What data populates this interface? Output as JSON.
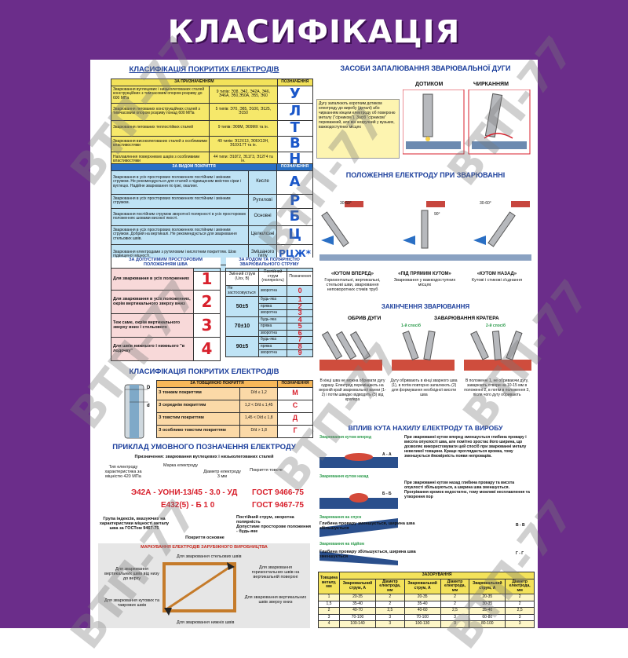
{
  "title": "КЛАСИФІКАЦІЯ ЕЛЕКТРОДІВ",
  "coverage": {
    "heading": "КЛАСИФІКАЦІЯ ПОКРИТИХ ЕЛЕКТРОДІВ",
    "purpose_header": "ЗА ПРИЗНАЧЕННЯМ",
    "designation_header": "ПОЗНАЧЕННЯ",
    "purpose_rows": [
      {
        "text": "Зварювання вуглецевих і низьколегованих сталей конструкційних з тимчасовим опором розриву до 600 МПа",
        "types": "9 типів: Э38, Э42, Э42А, Э46, Э46А, Э50,Э50А, Э55, Э60",
        "letter": "У"
      },
      {
        "text": "Зварювання легованих конструкційних сталей з тимчасовим опором розриву понад 600 МПа",
        "types": "5 типів: Э70, Э85, Э100, Э125, Э150",
        "letter": "Л"
      },
      {
        "text": "Зварювання легованих теплостійких сталей",
        "types": "9 типів: Э09М, Э09МХ та ін.",
        "letter": "Т"
      },
      {
        "text": "Зварювання високолегованих сталей з особливими властивостями",
        "types": "49 типів: Э12Х13, Э06Х13Н, Э10Х17Т та ін.",
        "letter": "В"
      },
      {
        "text": "Наплавлення поверхневих шарів з особливими властивостями",
        "types": "44 типи: Э10Г2, Э11Г3, Э12Г4 та ін.",
        "letter": "Н"
      }
    ],
    "coating_header": "ЗА ВИДОМ ПОКРИТТЯ",
    "coating_rows": [
      {
        "text": "Зварювання в усіх просторових положеннях постійним і змінним струмом. Не рекомендується для сталей з підвищеним вмістом сірки і вуглецю. Надійне зварювання по іржі, окалині.",
        "kind": "Кисле",
        "letter": "А"
      },
      {
        "text": "Зварювання в усіх просторових положеннях постійним і змінним струмом.",
        "kind": "Рутилові",
        "letter": "Р"
      },
      {
        "text": "Зварювання постійним струмом зворотної полярності в усіх просторових положеннях шовами високої якості.",
        "kind": "Основні",
        "letter": "Б"
      },
      {
        "text": "Зварювання в усіх просторових положеннях постійним і змінним струмом. Добрий на вертикалі. Не рекомендується для зварювання стельових швів.",
        "kind": "Целюлозні",
        "letter": "Ц"
      },
      {
        "text": "Зварювання електродами з рутиловим і кислотним покриттям. Шов підвищеної міцності.",
        "kind": "Змішаного типу",
        "letter": "РЦЖ*"
      }
    ],
    "footnote": "* За вмістом порошку",
    "position_header": "ЗА ДОПУСТИМИМ ПРОСТОРОВИМ ПОЛОЖЕННЯМ ШВА",
    "position_rows": [
      {
        "text": "Для зварювання в усіх положеннях",
        "digit": "1"
      },
      {
        "text": "Для зварювання в усіх положеннях, окрім вертикального зверху вниз",
        "digit": "2"
      },
      {
        "text": "Теж саме, окрім вертикального зверху вниз і стельового",
        "digit": "3"
      },
      {
        "text": "Для швів нижнього і нижнього \"в лодочку\"",
        "digit": "4"
      }
    ],
    "current_header": "ЗА РОДОМ ТА ПОЛЯРНІСТЮ ЗВАРЮВАЛЬНОГО СТРУМУ",
    "current_cols": [
      "Змінний струм (Uxx, В)",
      "Постійний струм (полярність)",
      "Позначення"
    ],
    "current_rows": [
      {
        "ac": "Не застосовується",
        "dc": "зворотна",
        "code": "0"
      },
      {
        "ac": "50±5",
        "dc": "будь-яка",
        "code": "1"
      },
      {
        "ac": "",
        "dc": "пряма",
        "code": "2"
      },
      {
        "ac": "",
        "dc": "зворотна",
        "code": "3"
      },
      {
        "ac": "70±10",
        "dc": "будь-яка",
        "code": "4"
      },
      {
        "ac": "",
        "dc": "пряма",
        "code": "5"
      },
      {
        "ac": "",
        "dc": "зворотна",
        "code": "6"
      },
      {
        "ac": "90±5",
        "dc": "будь-яка",
        "code": "7"
      },
      {
        "ac": "",
        "dc": "пряма",
        "code": "8"
      },
      {
        "ac": "",
        "dc": "зворотна",
        "code": "9"
      }
    ]
  },
  "thickness": {
    "heading": "КЛАСИФІКАЦІЯ ПОКРИТИХ ЕЛЕКТРОДІВ",
    "header": "ЗА ТОВЩИНОЮ ПОКРИТТЯ",
    "designation_header": "ПОЗНАЧЕННЯ",
    "rows": [
      {
        "text": "З тонким покриттям",
        "ratio": "D/d ≤ 1,2",
        "letter": "М"
      },
      {
        "text": "З середнім покриттям",
        "ratio": "1,2 < D/d ≤ 1,45",
        "letter": "С"
      },
      {
        "text": "З товстим покриттям",
        "ratio": "1,45 < D/d ≤ 1,8",
        "letter": "Д"
      },
      {
        "text": "З особливо товстим покриттям",
        "ratio": "D/d > 1,8",
        "letter": "Г"
      }
    ]
  },
  "example": {
    "heading": "ПРИКЛАД УМОВНОГО ПОЗНАЧЕННЯ ЕЛЕКТРОДУ",
    "purpose_line": "Призначення: зварювання вуглецевих і низьколегованих сталей",
    "labels_top": [
      "Тип електроду характеристика за міцністю 420 МПа",
      "Марка електроду",
      "Діаметр електроду 3 мм",
      "Покриття товсте"
    ],
    "code_line_1": "Э42А - УОНИ-13/45 - 3.0 - УД",
    "gost_1": "ГОСТ 9466-75",
    "code_line_2": "Е432(5) - Б 1 0",
    "gost_2": "ГОСТ 9467-75",
    "labels_bottom": [
      "Група індексів, вказуючих на характеристики міцності металу шва за ГОСТом 9467-75",
      "Постійний струм, зворотна полярність",
      "Допустиме просторове положення - будь-яке",
      "Покриття основне"
    ]
  },
  "method": {
    "heading": "МАРКУВАННЯ ЕЛЕКТРОДІВ ЗАРУБІЖНОГО ВИРОБНИЦТВА",
    "labels": [
      "Для зварювання стельових швів",
      "Для зварювання вертикальних швів від низу до верху",
      "Для зварювання горизонтальних швів на вертикальній поверхні",
      "Для зварювання вертикальних швів зверху вниз",
      "Для зварювання кутових та таврових швів",
      "Для зварювання нижніх швів"
    ]
  },
  "ignition": {
    "heading": "ЗАСОБИ ЗАПАЛЮВАННЯ ЗВАРЮВАЛЬНОЇ ДУГИ",
    "col1": "ДОТИКОМ",
    "col2": "ЧИРКАННЯМ",
    "text": "Дугу запалюють коротким дотиком електроду до виробу (деталі) або чирканням кінцем електроду об поверхню металу (\"сірником\"). Засіб \"сірником\" переважний, але він незручний у вузьких, важкодоступних місцях"
  },
  "positions": {
    "heading": "ПОЛОЖЕННЯ ЕЛЕКТРОДУ ПРИ ЗВАРЮВАННІ",
    "angle_a": "30-60°",
    "angle_b": "90°",
    "angle_c": "30-60°",
    "labels": [
      {
        "title": "«КУТОМ ВПЕРЕД»",
        "text": "Горизонтальні, вертикальні, стельові шви, зварювання неповоротних стиків труб"
      },
      {
        "title": "«ПІД ПРЯМИМ КУТОМ»",
        "text": "Зварювання у важкодоступних місцях"
      },
      {
        "title": "«КУТОМ НАЗАД»",
        "text": "Кутові і стикові з'єднання"
      }
    ]
  },
  "finish": {
    "heading": "ЗАКІНЧЕННЯ ЗВАРЮВАННЯ",
    "col1": "ОБРИВ ДУГИ",
    "col2": "ЗАВАРЮВАННЯ КРАТЕРА",
    "method1": "1-й спосіб",
    "method2": "2-й спосіб",
    "texts": [
      "В кінці шва не можна обривати дугу одразу. Електрод переміщають на верхній край зварювальної ванни (1-2) і потім швидко відводять (3) від кратера",
      "Дугу обривають в кінці зварного шва (1), в потім повторно запалюють (2) для формування необхідної висоти шва",
      "В положенні 1, не обриваючи дугу, заварюють отвори на 10-15 мм в положенні 2, в потім в положення 3, після чого дугу обривають"
    ]
  },
  "tilt": {
    "heading": "ВПЛИВ КУТА НАХИЛУ ЕЛЕКТРОДУ ТА ВИРОБУ",
    "sub1": "Зварювання кутом вперед",
    "sub2": "Зварювання кутом назад",
    "sub3": "Зварювання на спуск",
    "sub4": "Зварювання на підйом",
    "text1": "При зварюванні кутом вперед зменшується глибина провару і висота опуклості шва, але помітно зростає його ширина, що дозволяє використовувати цей спосіб при зварюванні металу невеликої товщини. Краще проглядається кромка, тому зменшується ймовірність появи непроварів.",
    "text2": "При зварюванні кутом назад глибина провару та висота опуклості збільшуються, а ширина шва зменшується. Прогрівання кромок недостатнє, тому можливі несплавлення та утворення пор",
    "text3": "Глибина провару зменшується, ширина шва збільшується",
    "text4": "Глибина провару збільшується, ширина шва зменшується",
    "sec_a": "А - А",
    "sec_b": "Б - Б",
    "sec_v": "В - В",
    "sec_g": "Г - Г"
  },
  "tablebottom": {
    "col0": "Товщина металу, мм",
    "col_group": "ЗАЗОРУВАННЯ",
    "sub_cols": [
      "Зварювальний струм, А",
      "Діаметр електрода, мм",
      "Зварювальний струм, А",
      "Діаметр електрода, мм",
      "Зварювальний струм, А",
      "Діаметр електрода, мм"
    ],
    "rows": [
      [
        "1",
        "20-35",
        "2",
        "20-35",
        "2",
        "20-35",
        "2"
      ],
      [
        "1,5",
        "35-40",
        "2",
        "35-40",
        "2",
        "30-35",
        "2"
      ],
      [
        "2",
        "40-70",
        "2,5",
        "40-60",
        "2,5",
        "35-40",
        "2,5"
      ],
      [
        "3",
        "70-100",
        "3",
        "70-100",
        "3",
        "60-80",
        "3"
      ],
      [
        "4",
        "100-140",
        "3",
        "100-130",
        "3",
        "80-100",
        "3"
      ],
      [
        "5",
        "140-160",
        "4",
        "120-140",
        "4",
        "100-120",
        "4"
      ],
      [
        "6",
        "160-200",
        "4-5",
        "140-170",
        "4",
        "120-140",
        "4"
      ],
      [
        "8",
        "200-250",
        "5",
        "160-190",
        "4-5",
        "140-160",
        "4"
      ]
    ]
  },
  "watermark": "ВТП-77"
}
